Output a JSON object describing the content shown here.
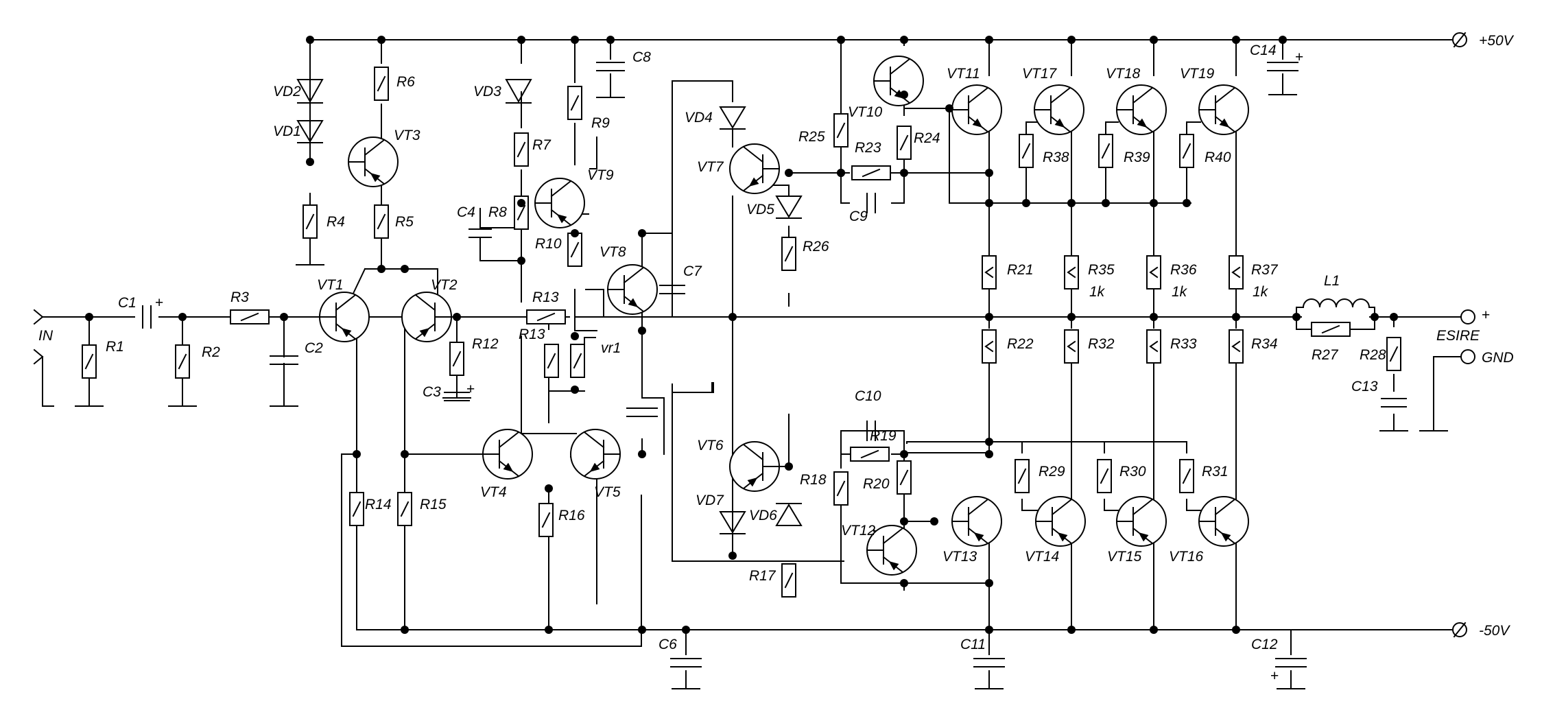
{
  "labels": {
    "VD2": "VD2",
    "VD1": "VD1",
    "VD3": "VD3",
    "VD4": "VD4",
    "VD5": "VD5",
    "VD6": "VD6",
    "VD7": "VD7",
    "R1": "R1",
    "R2": "R2",
    "R3": "R3",
    "R4": "R4",
    "R5": "R5",
    "R6": "R6",
    "R7": "R7",
    "R8": "R8",
    "R9": "R9",
    "R10": "R10",
    "R12": "R12",
    "R13a": "R13",
    "R13b": "R13",
    "R14": "R14",
    "R15": "R15",
    "R16": "R16",
    "R17": "R17",
    "R18": "R18",
    "R19": "R19",
    "R20": "R20",
    "R21": "R21",
    "R22": "R22",
    "R23": "R23",
    "R24": "R24",
    "R25": "R25",
    "R26": "R26",
    "R27": "R27",
    "R28": "R28",
    "R29": "R29",
    "R30": "R30",
    "R31": "R31",
    "R32": "R32",
    "R33": "R33",
    "R34": "R34",
    "R35": "R35",
    "R36": "R36",
    "R37": "R37",
    "R38": "R38",
    "R39": "R39",
    "R40": "R40",
    "C1": "C1",
    "C2": "C2",
    "C3": "C3",
    "C4": "C4",
    "C6": "C6",
    "C7": "C7",
    "C8": "C8",
    "C9": "C9",
    "C10": "C10",
    "C11": "C11",
    "C12": "C12",
    "C13": "C13",
    "C14": "C14",
    "VT1": "VT1",
    "VT2": "VT2",
    "VT3": "VT3",
    "VT4": "VT4",
    "VT5": "VT5",
    "VT6": "VT6",
    "VT7": "VT7",
    "VT8": "VT8",
    "VT9": "VT9",
    "VT10": "VT10",
    "VT11": "VT11",
    "VT12": "VT12",
    "VT13": "VT13",
    "VT14": "VT14",
    "VT15": "VT15",
    "VT16": "VT16",
    "VT17": "VT17",
    "VT18": "VT18",
    "VT19": "VT19",
    "L1": "L1",
    "vr1": "vr1",
    "val35": "1k",
    "val36": "1k",
    "val37": "1k",
    "plus": "+",
    "in": "IN",
    "out": "ESIRE",
    "gnd": "GND",
    "vpos": "+50V",
    "vneg": "-50V"
  }
}
